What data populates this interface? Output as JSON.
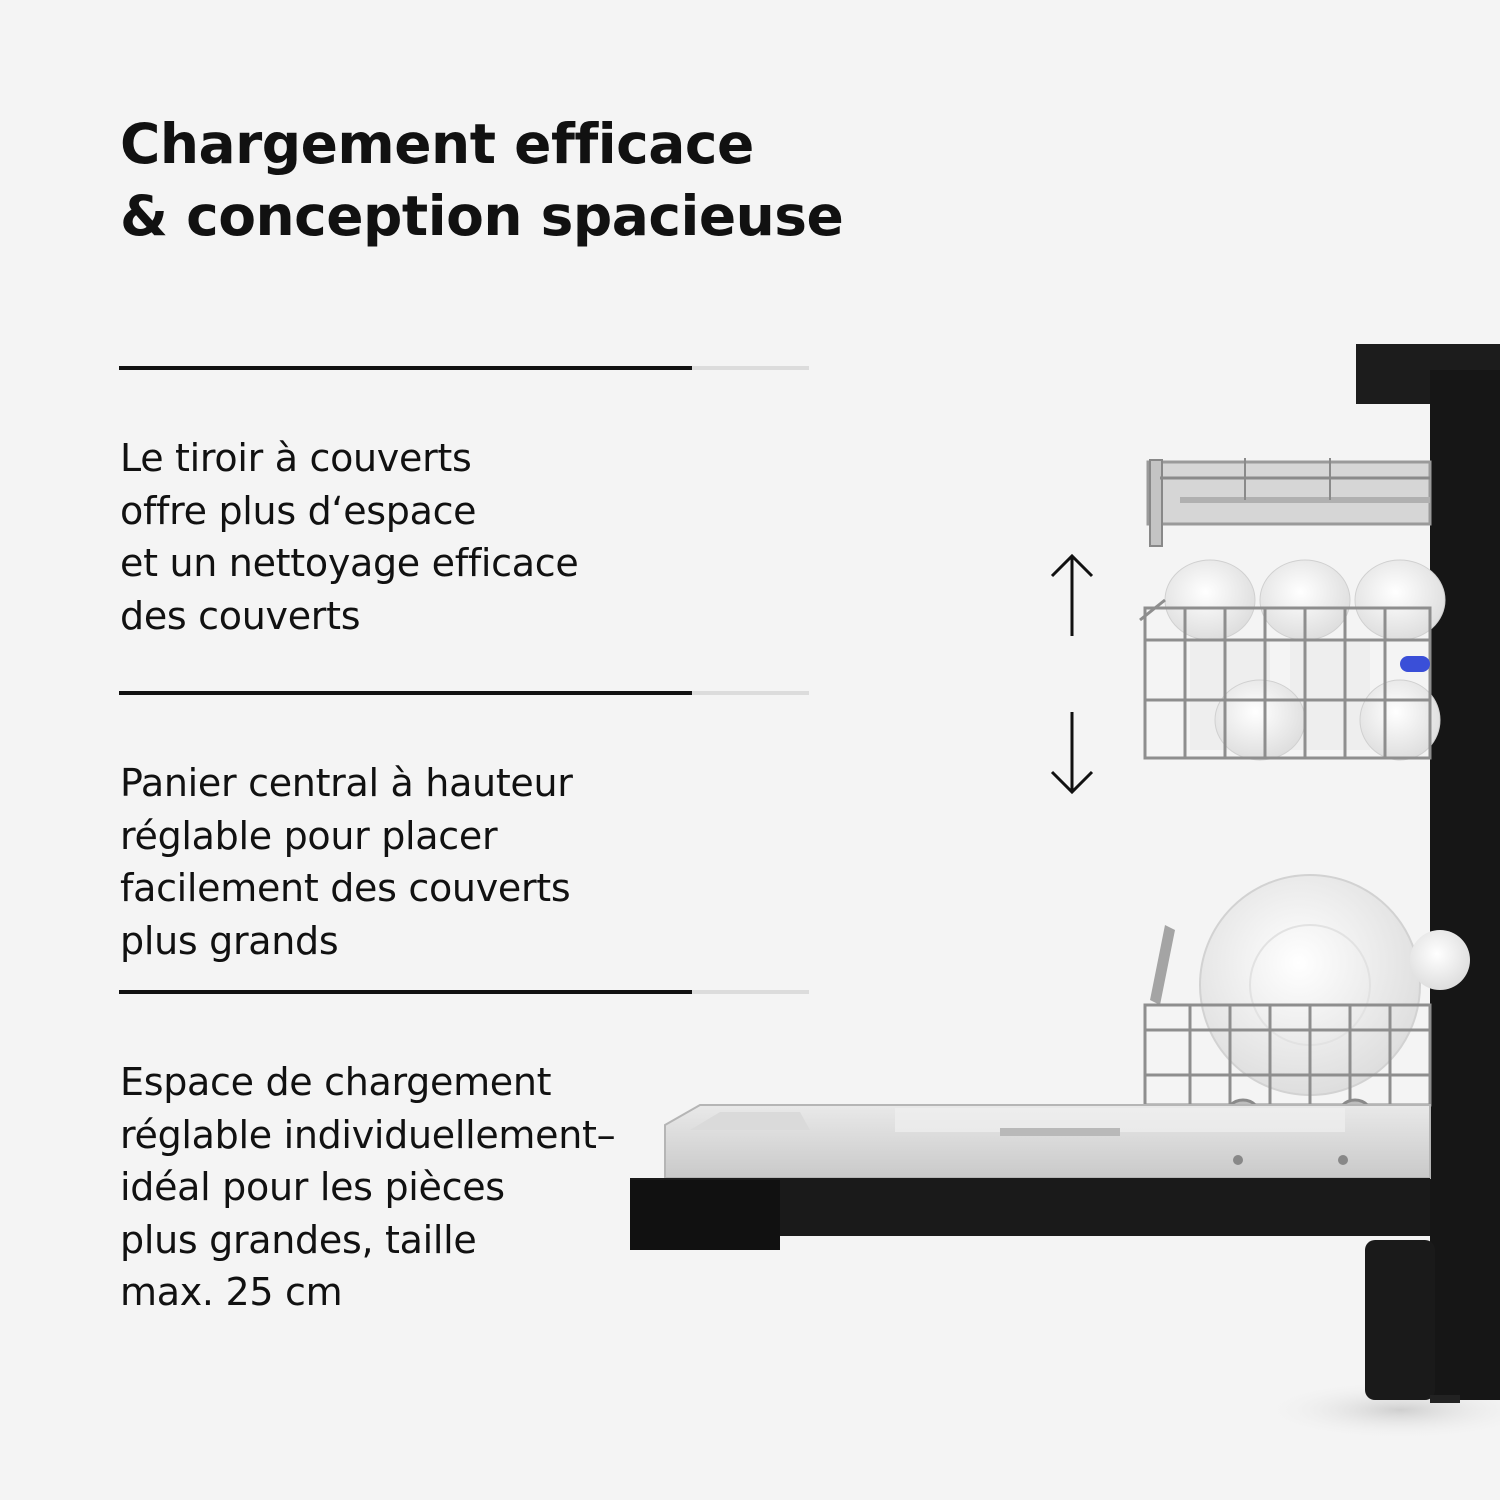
{
  "title": {
    "line1": "Chargement efficace",
    "line2": "& conception spacieuse"
  },
  "dividers": [
    {
      "progress": 0.83
    },
    {
      "progress": 0.83
    },
    {
      "progress": 0.83
    }
  ],
  "features": [
    {
      "lines": [
        "Le tiroir à couverts",
        "offre plus d‘espace",
        "et un nettoyage efficace",
        "des couverts"
      ]
    },
    {
      "lines": [
        "Panier central à hauteur",
        "réglable pour placer",
        "facilement des couverts",
        "plus grands"
      ]
    },
    {
      "lines": [
        "Espace de chargement",
        "réglable individuellement–",
        "idéal pour les pièces",
        "plus grandes, taille",
        "max. 25 cm"
      ]
    }
  ],
  "illustration": {
    "subject": "dishwasher-open-door",
    "up_arrow": "↑",
    "down_arrow": "↓",
    "colors": {
      "body": "#1a1a1a",
      "basket": "#9a9a9a",
      "interior": "#d8d8d8",
      "accent": "#3a4fd8"
    }
  }
}
